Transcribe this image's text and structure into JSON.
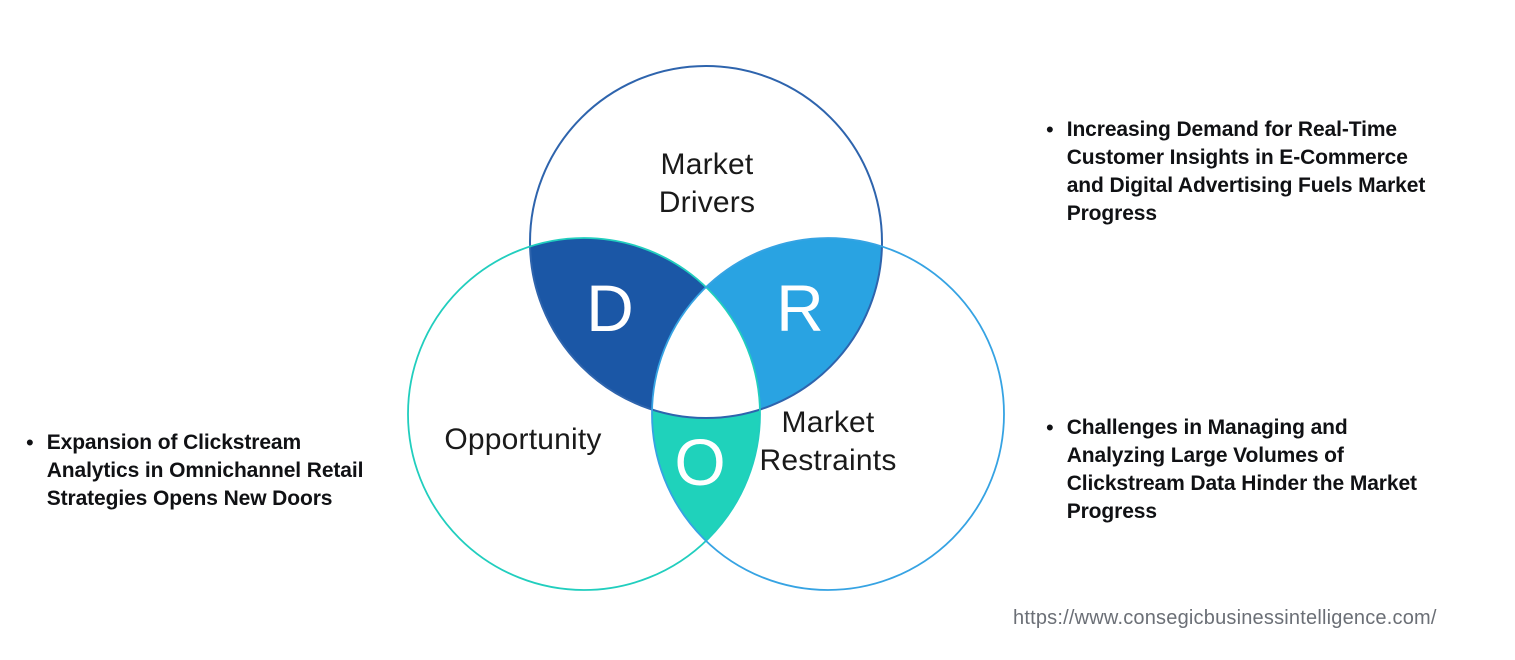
{
  "page": {
    "background": "#ffffff",
    "source_url": "https://www.consegicbusinessintelligence.com/"
  },
  "venn": {
    "circles": {
      "drivers": {
        "label_lines": [
          "Market",
          "Drivers"
        ],
        "stroke": "#2E64AD"
      },
      "opportunity": {
        "label": "Opportunity",
        "stroke": "#21CEBE"
      },
      "restraints": {
        "label_lines": [
          "Market",
          "Restraints"
        ],
        "stroke": "#36A3E3"
      }
    },
    "overlaps": {
      "drivers_letter": "D",
      "restraints_letter": "R",
      "opportunity_letter": "O",
      "drivers_color": "#1B57A6",
      "restraints_color": "#29A3E2",
      "opportunity_color": "#1FD2BB",
      "triple_color": "#FFFFFF",
      "letter_color": "#FFFFFF"
    }
  },
  "notes": {
    "left": {
      "bullet": "•",
      "lines": [
        "Expansion of Clickstream",
        "Analytics in Omnichannel Retail",
        "Strategies Opens New Doors"
      ]
    },
    "right_top": {
      "bullet": "•",
      "lines": [
        "Increasing Demand for Real-Time",
        "Customer Insights in E-Commerce",
        "and Digital Advertising Fuels Market",
        "Progress"
      ]
    },
    "right_bottom": {
      "bullet": "•",
      "lines": [
        "Challenges in Managing and",
        "Analyzing Large Volumes of",
        "Clickstream Data Hinder the Market",
        "Progress"
      ]
    }
  }
}
